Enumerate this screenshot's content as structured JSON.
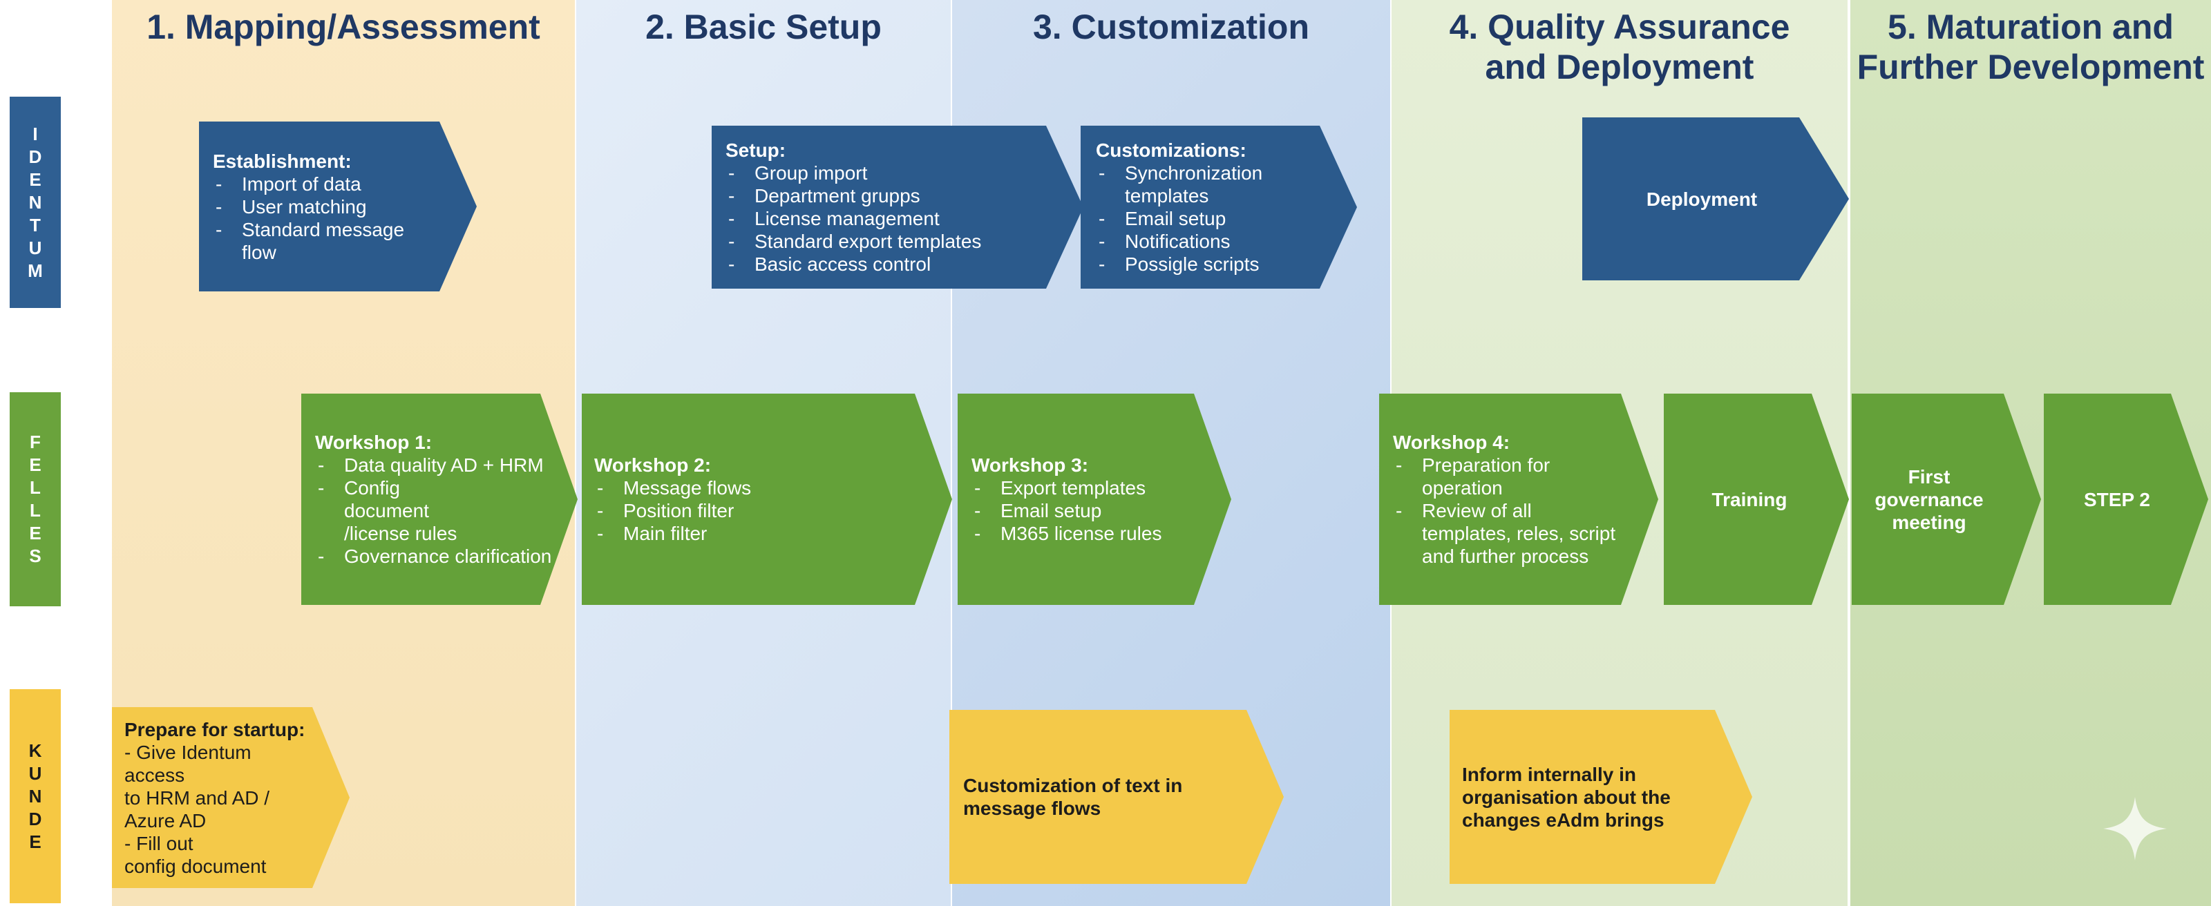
{
  "phases": [
    {
      "title": "1. Mapping/Assessment"
    },
    {
      "title": "2. Basic Setup"
    },
    {
      "title": "3. Customization"
    },
    {
      "title": "4. Quality Assurance\nand Deployment"
    },
    {
      "title": "5. Maturation and\nFurther Development"
    }
  ],
  "lanes": {
    "identum": [
      "I",
      "D",
      "E",
      "N",
      "T",
      "U",
      "M"
    ],
    "felles": [
      "F",
      "E",
      "L",
      "L",
      "E",
      "S"
    ],
    "kunde": [
      "K",
      "U",
      "N",
      "D",
      "E"
    ]
  },
  "identum": {
    "establishment": {
      "heading": "Establishment:",
      "items": [
        "Import of data",
        "User matching",
        "Standard message flow"
      ]
    },
    "setup": {
      "heading": "Setup:",
      "items": [
        "Group import",
        "Department grupps",
        "License management",
        "Standard export templates",
        "Basic access control"
      ]
    },
    "customizations": {
      "heading": "Customizations:",
      "items": [
        "Synchronization templates",
        "Email setup",
        "Notifications",
        "Possigle scripts"
      ]
    },
    "deployment": {
      "label": "Deployment"
    }
  },
  "felles": {
    "workshop1": {
      "heading": "Workshop 1:",
      "items": [
        "Data quality AD + HRM",
        "Config document /license rules",
        "Governance clarification"
      ]
    },
    "workshop2": {
      "heading": "Workshop 2:",
      "items": [
        "Message flows",
        "Position filter",
        "Main filter"
      ]
    },
    "workshop3": {
      "heading": "Workshop 3:",
      "items": [
        "Export templates",
        "Email setup",
        "M365 license rules"
      ]
    },
    "workshop4": {
      "heading": "Workshop 4:",
      "items": [
        "Preparation for operation",
        "Review of all templates, reles, script and further process"
      ]
    },
    "training": {
      "label": "Training"
    },
    "governance": {
      "label": "First\ngovernance\nmeeting"
    },
    "step2": {
      "label": "STEP 2"
    }
  },
  "kunde": {
    "prepare": {
      "heading": "Prepare for startup:",
      "text": "- Give Identum access\nto HRM and AD /\nAzure AD\n- Fill out\nconfig document"
    },
    "customization_text": {
      "label": "Customization of text in\nmessage flows"
    },
    "inform": {
      "label": "Inform internally in\norganisation about the\nchanges eAdm brings"
    }
  },
  "colors": {
    "identum_blue": "#2b5a8c",
    "felles_green": "#64a139",
    "kunde_yellow": "#f4c949",
    "title_navy": "#1f3864"
  }
}
